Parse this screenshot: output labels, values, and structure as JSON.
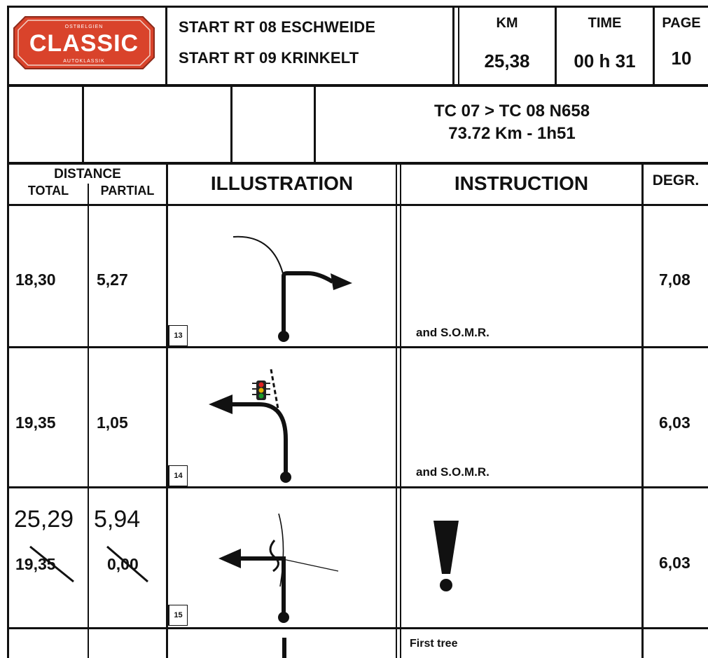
{
  "header": {
    "logo_top": "OSTBELGIEN",
    "logo_main": "CLASSIC",
    "logo_bottom": "AUTOKLASSIK",
    "start_rt_08": "START RT 08  ESCHWEIDE",
    "start_rt_09": "START RT 09  KRINKELT",
    "km_label": "KM",
    "km_value": "25,38",
    "time_label": "TIME",
    "time_value": "00 h 31",
    "page_label": "PAGE",
    "page_value": "10"
  },
  "section": {
    "line1": "TC 07 >  TC 08 N658",
    "line2": "73.72 Km - 1h51"
  },
  "columns": {
    "distance": "DISTANCE",
    "total": "TOTAL",
    "partial": "PARTIAL",
    "illustration": "ILLUSTRATION",
    "instruction": "INSTRUCTION",
    "degr": "DEGR."
  },
  "rows": [
    {
      "box": "13",
      "total": "18,30",
      "partial": "5,27",
      "instruction": "and S.O.M.R.",
      "degr": "7,08"
    },
    {
      "box": "14",
      "total": "19,35",
      "partial": "1,05",
      "instruction": "and S.O.M.R.",
      "degr": "6,03"
    },
    {
      "box": "15",
      "total": "19,35",
      "partial": "0,00",
      "instruction": "",
      "degr": "6,03",
      "hand_total": "25,29",
      "hand_partial": "5,94"
    },
    {
      "box": "",
      "total": "",
      "partial": "",
      "instruction": "First tree",
      "degr": ""
    }
  ],
  "colors": {
    "logo_red": "#d9432b",
    "ink": "#111111",
    "signal_red": "#d22",
    "signal_yellow": "#e3b400",
    "signal_green": "#1a9a2a"
  }
}
